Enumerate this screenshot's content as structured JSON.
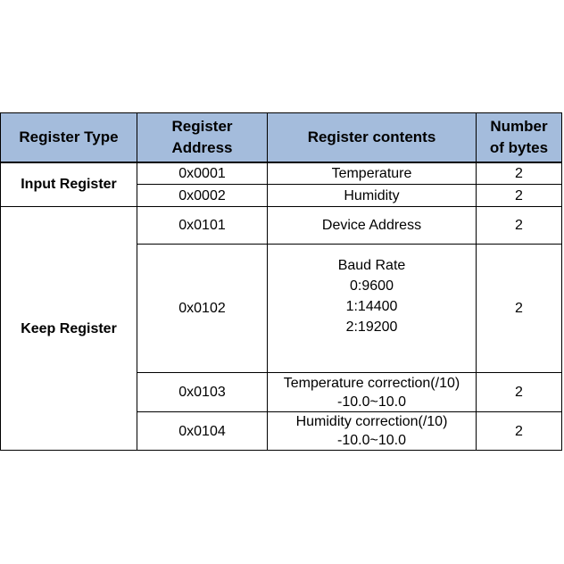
{
  "header": {
    "col1": "Register Type",
    "col2_line1": "Register",
    "col2_line2": "Address",
    "col3": "Register contents",
    "col4_line1": "Number",
    "col4_line2": "of bytes"
  },
  "colors": {
    "header_bg": "#a4bcdc",
    "border": "#000000"
  },
  "input_register": {
    "type_label": "Input Register",
    "rows": [
      {
        "address": "0x0001",
        "contents": "Temperature",
        "bytes": "2"
      },
      {
        "address": "0x0002",
        "contents": "Humidity",
        "bytes": "2"
      }
    ]
  },
  "keep_register": {
    "type_label": "Keep Register",
    "rows": [
      {
        "address": "0x0101",
        "contents": [
          "Device Address"
        ],
        "bytes": "2"
      },
      {
        "address": "0x0102",
        "contents": [
          "Baud Rate",
          "0:9600",
          "1:14400",
          "2:19200"
        ],
        "bytes": "2"
      },
      {
        "address": "0x0103",
        "contents": [
          "Temperature correction(/10)",
          "-10.0~10.0"
        ],
        "bytes": "2"
      },
      {
        "address": "0x0104",
        "contents": [
          "Humidity correction(/10)",
          "-10.0~10.0"
        ],
        "bytes": "2"
      }
    ]
  }
}
